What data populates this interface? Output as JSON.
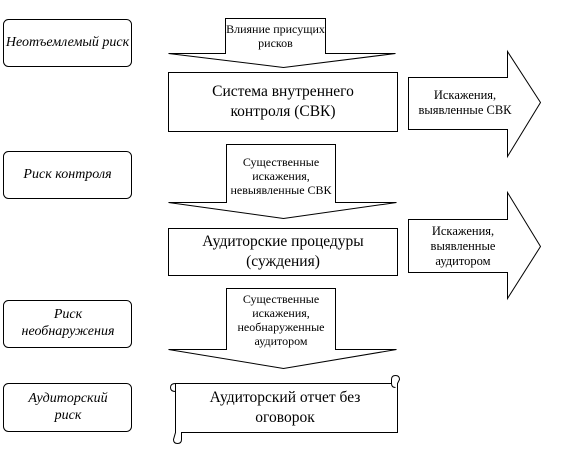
{
  "risks": {
    "inherent": "Неотъемлемый риск",
    "control": "Риск контроля",
    "detection": "Риск необнаружения",
    "audit": "Аудиторский риск"
  },
  "arrows": {
    "inherent_influence": "Влияние присущих рисков",
    "material_undetected_icsys": "Существенные искажения, невыявленные СВК",
    "material_undetected_auditor": "Существенные искажения, необнаруженные аудитором"
  },
  "boxes": {
    "internal_control": "Система внутреннего контроля (СВК)",
    "audit_procedures": "Аудиторские процедуры (суждения)",
    "audit_report": "Аудиторский отчет без оговорок"
  },
  "side_arrows": {
    "detected_by_icsys": "Искажения, выявленные СВК",
    "detected_by_auditor": "Искажения, выявленные аудитором"
  }
}
